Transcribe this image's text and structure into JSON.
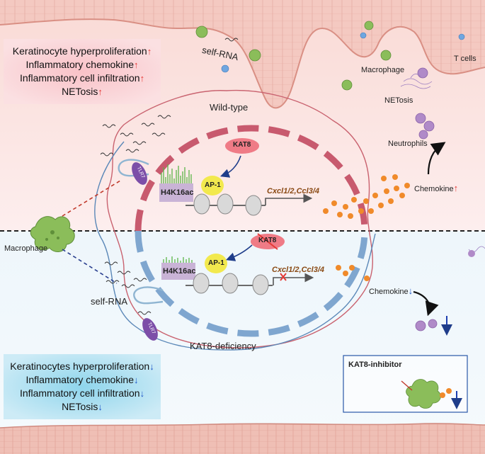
{
  "top_section": {
    "condition_label": "Wild-type",
    "self_rna_label": "self-RNA",
    "t_cells_label": "T cells",
    "macrophage_label": "Macrophage",
    "netosis_label": "NETosis",
    "neutrophils_label": "Neutrophils",
    "chemokine_label": "Chemokine",
    "kat8_label": "KAT8",
    "ap1_label": "AP-1",
    "h4k16ac_label": "H4K16ac",
    "tlr7_label": "TLR7",
    "gene_label": "Cxcl1/2,Ccl3/4",
    "effects": [
      "Keratinocyte hyperproliferation",
      "Inflammatory chemokine",
      "Inflammatory cell infiltration",
      "NETosis"
    ],
    "arrow_glyph": "↑",
    "accent_color": "#e53935"
  },
  "bottom_section": {
    "condition_label": "KAT8-deficiency",
    "self_rna_label": "self-RNA",
    "macrophage_label": "Macrophage",
    "chemokine_label": "Chemokine",
    "kat8_label": "KAT8",
    "ap1_label": "AP-1",
    "h4k16ac_label": "H4K16ac",
    "tlr7_label": "TLR7",
    "gene_label": "Cxcl1/2,Ccl3/4",
    "effects": [
      "Keratinocytes hyperproliferation",
      "Inflammatory chemokine",
      "Inflammatory cell infiltration",
      "NETosis"
    ],
    "arrow_glyph": "↓",
    "accent_color": "#1e56c8"
  },
  "inhibitor_box": {
    "title": "KAT8-inhibitor"
  },
  "colors": {
    "skin_top": "#f5cfc8",
    "skin_bottom": "#e9b8ae",
    "top_bg": "#fdeeee",
    "bottom_bg": "#eef6fb",
    "effects_top_bg": "#f7c7cc",
    "effects_bottom_bg": "#a9def0",
    "nucleus_top": "#c85a6e",
    "nucleus_bottom": "#7fa6cf",
    "chemokine_dot": "#f08a2a",
    "macrophage": "#8bbd5a",
    "neutrophil": "#b08ac8",
    "ap1": "#f2e94e",
    "kat8": "#ef7b86",
    "tlr7": "#7c4ea8"
  }
}
